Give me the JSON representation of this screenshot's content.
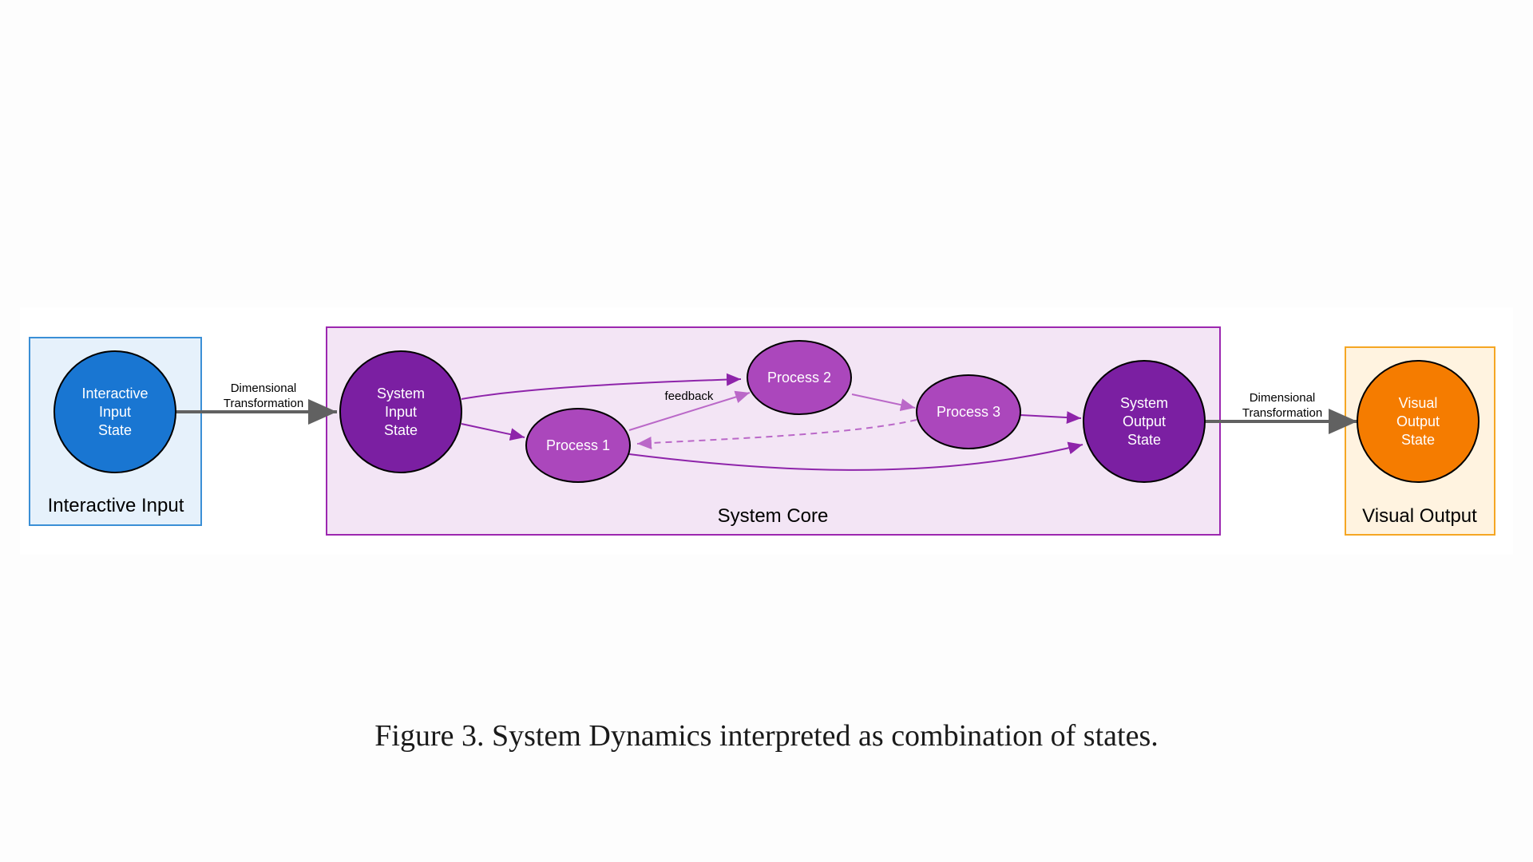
{
  "clusters": {
    "interactive_input": {
      "label": "Interactive Input",
      "fill": "#e6f1fb",
      "stroke": "#3a8fd6"
    },
    "system_core": {
      "label": "System Core",
      "fill": "#f3e5f5",
      "stroke": "#9c27b0"
    },
    "visual_output": {
      "label": "Visual Output",
      "fill": "#fff3e0",
      "stroke": "#f5a623"
    }
  },
  "nodes": {
    "interactive_input_state": {
      "lines": [
        "Interactive",
        "Input",
        "State"
      ],
      "fill": "#1976d2"
    },
    "system_input_state": {
      "lines": [
        "System",
        "Input",
        "State"
      ],
      "fill": "#7b1fa2"
    },
    "process_1": {
      "label": "Process 1",
      "fill": "#ab47bc"
    },
    "process_2": {
      "label": "Process 2",
      "fill": "#ab47bc"
    },
    "process_3": {
      "label": "Process 3",
      "fill": "#ab47bc"
    },
    "system_output_state": {
      "lines": [
        "System",
        "Output",
        "State"
      ],
      "fill": "#7b1fa2"
    },
    "visual_output_state": {
      "lines": [
        "Visual",
        "Output",
        "State"
      ],
      "fill": "#f57c00"
    }
  },
  "edge_labels": {
    "input_transform": [
      "Dimensional",
      "Transformation"
    ],
    "output_transform": [
      "Dimensional",
      "Transformation"
    ],
    "feedback": "feedback"
  },
  "edge_colors": {
    "transform": "#616161",
    "core": "#8e24aa",
    "process": "#ba68c8"
  },
  "caption": "Figure 3. System Dynamics interpreted as combination of states."
}
